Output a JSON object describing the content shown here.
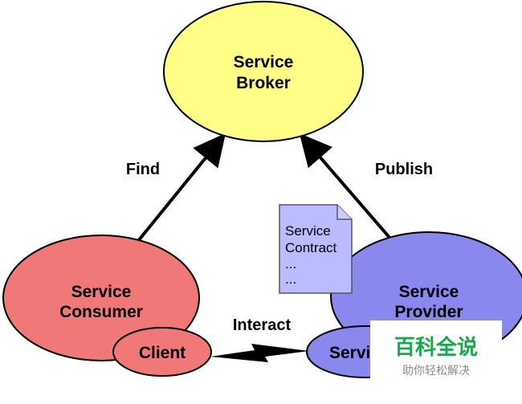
{
  "broker": {
    "line1": "Service",
    "line2": "Broker"
  },
  "consumer": {
    "line1": "Service",
    "line2": "Consumer"
  },
  "provider": {
    "line1": "Service",
    "line2": "Provider"
  },
  "client": "Client",
  "service": "Service",
  "contract": {
    "line1": "Service",
    "line2": "Contract",
    "line3": "...",
    "line4": "..."
  },
  "edges": {
    "find": "Find",
    "publish": "Publish",
    "interact": "Interact"
  },
  "watermark": {
    "title": "百科全说",
    "subtitle": "助你轻松解决"
  },
  "colors": {
    "broker": "#ffff88",
    "consumer": "#f07878",
    "provider": "#8888ee",
    "contract": "#bbbbff",
    "watermark_green": "#18a84a"
  }
}
